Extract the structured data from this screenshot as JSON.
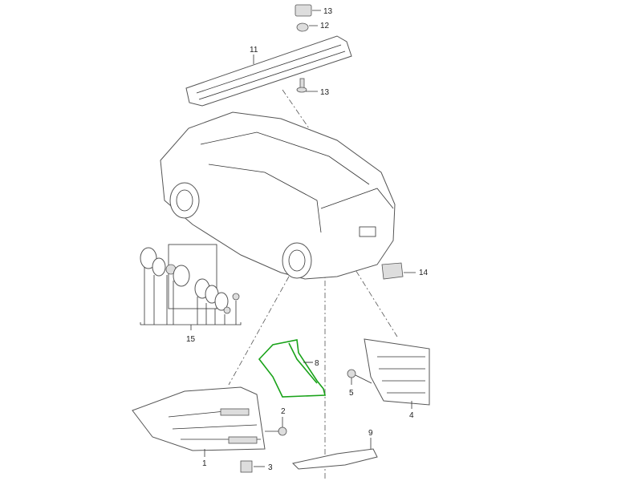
{
  "diagram": {
    "highlight_color": "#1aa31a",
    "callouts": [
      {
        "id": "c13a",
        "label": "13"
      },
      {
        "id": "c12",
        "label": "12"
      },
      {
        "id": "c11",
        "label": "11"
      },
      {
        "id": "c13b",
        "label": "13"
      },
      {
        "id": "c14",
        "label": "14"
      },
      {
        "id": "c15",
        "label": "15"
      },
      {
        "id": "c8",
        "label": "8"
      },
      {
        "id": "c5",
        "label": "5"
      },
      {
        "id": "c4",
        "label": "4"
      },
      {
        "id": "c2",
        "label": "2"
      },
      {
        "id": "c1",
        "label": "1"
      },
      {
        "id": "c3",
        "label": "3"
      },
      {
        "id": "c9",
        "label": "9"
      }
    ]
  }
}
